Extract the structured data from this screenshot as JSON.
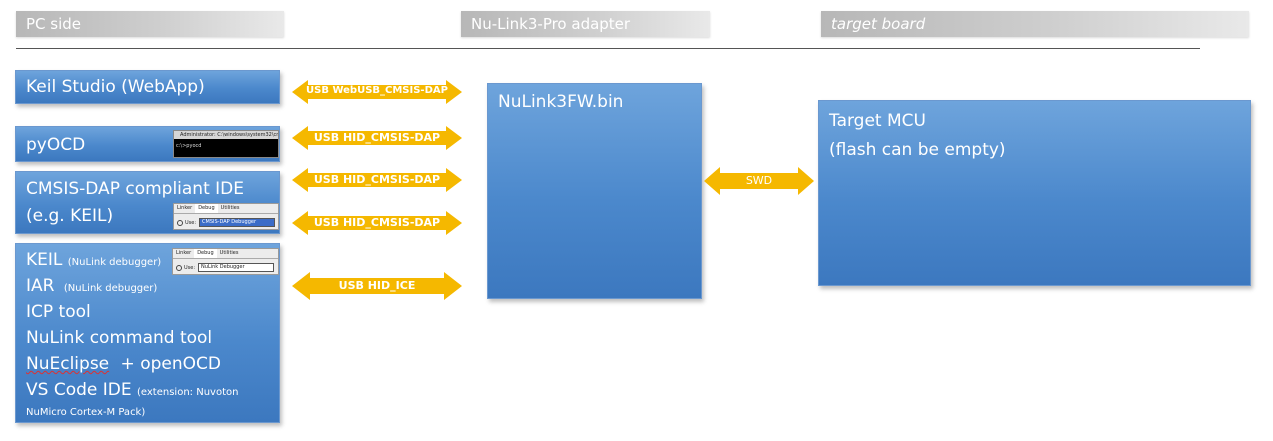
{
  "headers": {
    "pc_side": "PC side",
    "adapter": "Nu-Link3-Pro adapter",
    "target": "target board"
  },
  "pc_boxes": {
    "keil_studio": "Keil Studio (WebApp)",
    "pyocd": "pyOCD",
    "cmsis_line1": "CMSIS-DAP compliant IDE",
    "cmsis_line2": "(e.g. KEIL)",
    "list": {
      "keil": "KEIL",
      "keil_note": "(NuLink debugger)",
      "iar": "IAR",
      "iar_note": "(NuLink debugger)",
      "icp": "ICP tool",
      "nulink_cmd": "NuLink command tool",
      "nueclipse": "NuEclipse",
      "openocd": "+ openOCD",
      "vscode": "VS Code IDE",
      "vscode_note": "(extension: Nuvoton",
      "vscode_note2": "NuMicro Cortex-M Pack)"
    }
  },
  "arrows": {
    "webusb": "USB WebUSB_CMSIS-DAP",
    "hid1": "USB HID_CMSIS-DAP",
    "hid2": "USB HID_CMSIS-DAP",
    "hid3": "USB HID_CMSIS-DAP",
    "ice": "USB HID_ICE",
    "swd": "SWD"
  },
  "adapter_box": "NuLink3FW.bin",
  "target_box": {
    "line1": "Target MCU",
    "line2": "(flash can be empty)"
  },
  "screenshots": {
    "cmd_title": "Administrator: C:\\windows\\system32\\cmd.exe",
    "cmd_prompt": "c:\\>pyocd",
    "dlg1_tabs": [
      "Linker",
      "Debug",
      "Utilities"
    ],
    "dlg1_use": "Use:",
    "dlg1_value": "CMSIS-DAP Debugger",
    "dlg2_tabs": [
      "Linker",
      "Debug",
      "Utilities"
    ],
    "dlg2_use": "Use:",
    "dlg2_value": "NuLink Debugger"
  },
  "colors": {
    "box_blue": "#4b88cc",
    "arrow_orange": "#f5b800",
    "header_gray": "#c4c4c4"
  }
}
